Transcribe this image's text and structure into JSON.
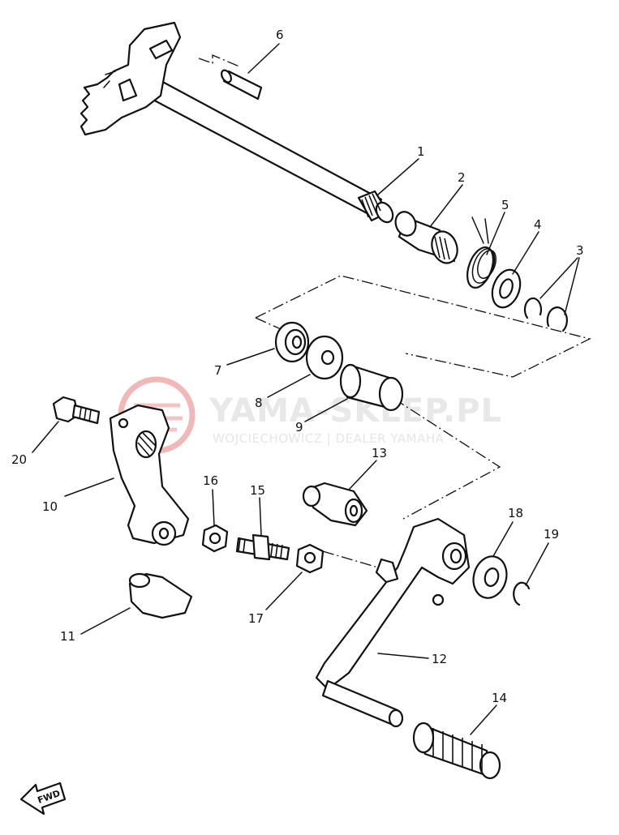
{
  "watermark": {
    "brand": "YAMA-SKLEP.PL",
    "subtitle": "WOJCIECHOWICZ | DEALER YAMAHA",
    "logo_color": "#f2b7b7",
    "text_color": "#e8e8e8"
  },
  "fwd_label": "FWD",
  "callouts": [
    {
      "id": "c1",
      "label": "1"
    },
    {
      "id": "c2",
      "label": "2"
    },
    {
      "id": "c3",
      "label": "3"
    },
    {
      "id": "c4",
      "label": "4"
    },
    {
      "id": "c5",
      "label": "5"
    },
    {
      "id": "c6",
      "label": "6"
    },
    {
      "id": "c7",
      "label": "7"
    },
    {
      "id": "c8",
      "label": "8"
    },
    {
      "id": "c9",
      "label": "9"
    },
    {
      "id": "c10",
      "label": "10"
    },
    {
      "id": "c11",
      "label": "11"
    },
    {
      "id": "c12",
      "label": "12"
    },
    {
      "id": "c13",
      "label": "13"
    },
    {
      "id": "c14",
      "label": "14"
    },
    {
      "id": "c15",
      "label": "15"
    },
    {
      "id": "c16",
      "label": "16"
    },
    {
      "id": "c17",
      "label": "17"
    },
    {
      "id": "c18",
      "label": "18"
    },
    {
      "id": "c19",
      "label": "19"
    },
    {
      "id": "c20",
      "label": "20"
    }
  ]
}
